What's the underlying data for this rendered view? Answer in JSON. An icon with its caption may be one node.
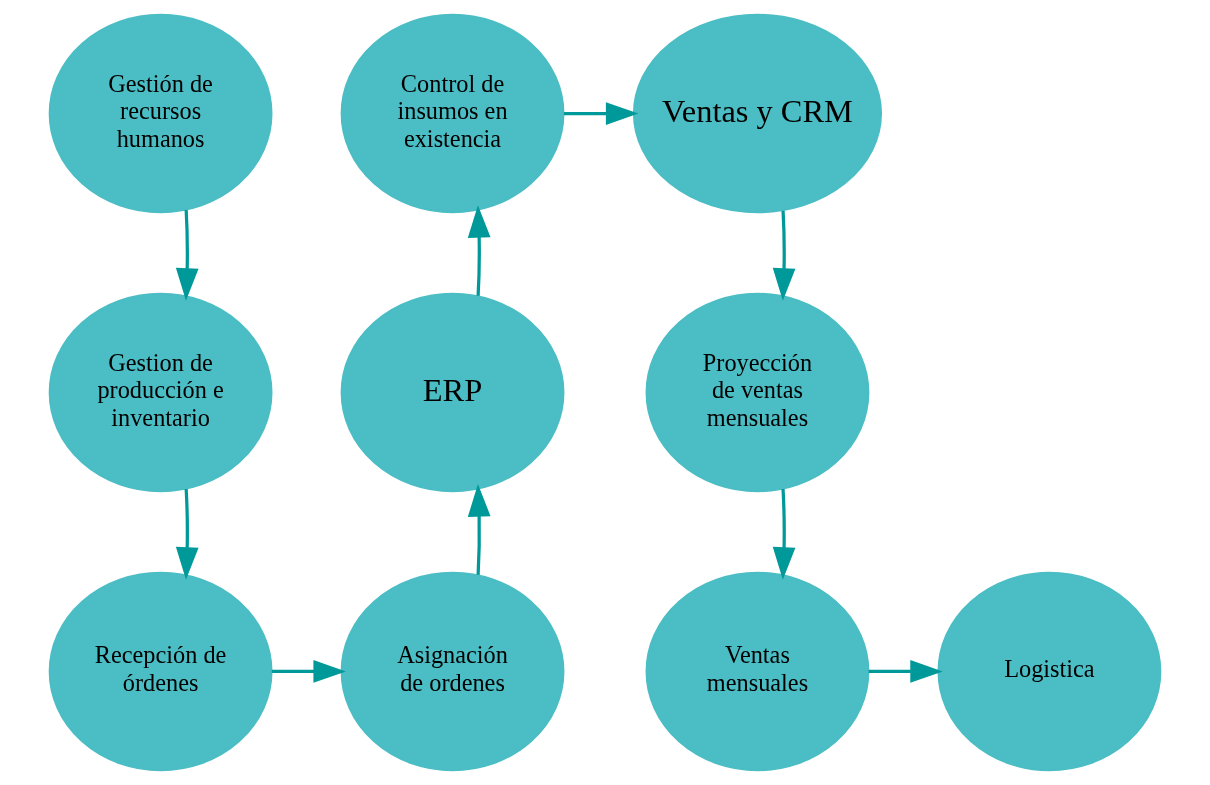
{
  "diagram": {
    "nodes": [
      {
        "text": [
          "Gestión de recursos humanos"
        ]
      },
      {
        "text": [
          "Gestion de producción e inventario"
        ]
      },
      {
        "text": [
          "Recepción de órdenes"
        ]
      },
      {
        "text": [
          "Asignación de ordenes"
        ]
      },
      {
        "text": [
          "ERP"
        ]
      },
      {
        "text": [
          "Control de insumos en existencia"
        ]
      },
      {
        "text": [
          "Ventas y CRM"
        ]
      },
      {
        "text": [
          "Proyección de ventas mensuales"
        ]
      },
      {
        "text": [
          "Ventas mensuales"
        ]
      },
      {
        "text": [
          "Logistica"
        ]
      }
    ],
    "edges": [
      {
        "from": 0,
        "to": 1,
        "arrow": "to"
      },
      {
        "from": 1,
        "to": 2,
        "arrow": "to"
      },
      {
        "from": 2,
        "to": 3,
        "arrow": "to"
      },
      {
        "from": 3,
        "to": 4,
        "arrow": "to"
      },
      {
        "from": 4,
        "to": 5,
        "arrow": "to"
      },
      {
        "from": 5,
        "to": 6,
        "arrow": "to"
      },
      {
        "from": 6,
        "to": 7,
        "arrow": "to"
      },
      {
        "from": 7,
        "to": 8,
        "arrow": "to"
      },
      {
        "from": 8,
        "to": 9,
        "arrow": "to"
      }
    ]
  }
}
